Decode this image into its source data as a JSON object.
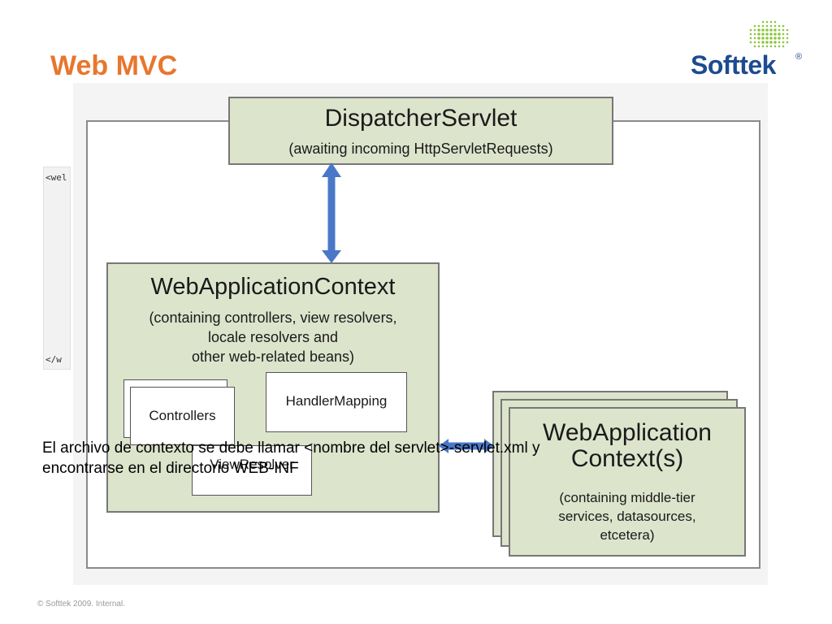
{
  "slide": {
    "title": "Web MVC",
    "footer": "© Softtek 2009. Internal.",
    "body_text_line1": "El archivo de contexto se debe llamar <nombre del servlet>-servlet.xml y",
    "body_text_line2": "encontrarse en el directorio WEB-INF"
  },
  "logo": {
    "text": "Softtek",
    "reg_mark": "®",
    "icon": "dotted-globe-icon",
    "color": "#1d4b8f",
    "dot_color": "#8cc63f"
  },
  "code_snippet": {
    "line_top": "<wel",
    "line_bottom": "</w"
  },
  "diagram": {
    "dispatcher": {
      "title": "DispatcherServlet",
      "subtitle": "(awaiting incoming HttpServletRequests)"
    },
    "web_app_context": {
      "title": "WebApplicationContext",
      "subtitle_line1": "(containing controllers, view resolvers,",
      "subtitle_line2": "locale resolvers and",
      "subtitle_line3": "other web-related beans)"
    },
    "controllers": "Controllers",
    "handler_mapping": "HandlerMapping",
    "view_resolver": "ViewResolver",
    "root_context": {
      "title_line1": "WebApplication",
      "title_line2": "Context(s)",
      "subtitle_line1": "(containing middle-tier",
      "subtitle_line2": "services, datasources,",
      "subtitle_line3": "etcetera)"
    },
    "colors": {
      "box_fill": "#dde4cc",
      "arrow": "#4a78c8",
      "title_orange": "#e8762d"
    }
  }
}
